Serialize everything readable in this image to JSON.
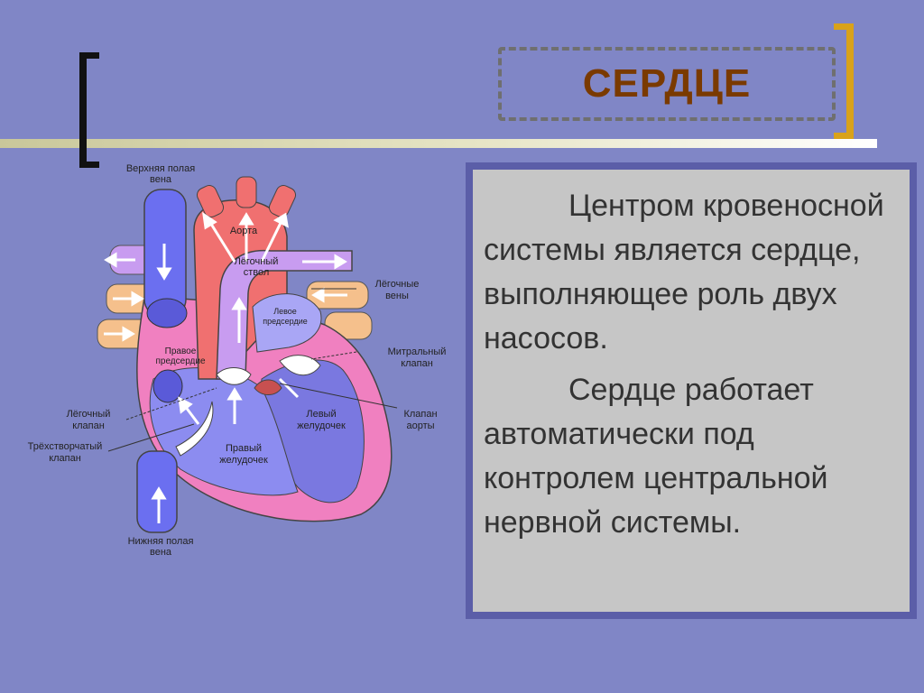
{
  "title": "СЕРДЦЕ",
  "paragraphs": [
    "Центром кровеносной системы является сердце, выполняющее роль двух насосов.",
    "Сердце работает автоматически под контролем центральной нервной системы."
  ],
  "diagram_labels": {
    "superior_vena_cava_1": "Верхняя полая",
    "superior_vena_cava_2": "вена",
    "aorta": "Аорта",
    "pulmonary_trunk_1": "Лёгочный",
    "pulmonary_trunk_2": "ствол",
    "pulmonary_veins_1": "Лёгочные",
    "pulmonary_veins_2": "вены",
    "left_atrium_1": "Левое",
    "left_atrium_2": "предсердие",
    "right_atrium_1": "Правое",
    "right_atrium_2": "предсердие",
    "mitral_valve_1": "Митральный",
    "mitral_valve_2": "клапан",
    "pulmonary_valve_1": "Лёгочный",
    "pulmonary_valve_2": "клапан",
    "left_ventricle_1": "Левый",
    "left_ventricle_2": "желудочек",
    "aortic_valve_1": "Клапан",
    "aortic_valve_2": "аорты",
    "tricuspid_valve_1": "Трёхстворчатый",
    "tricuspid_valve_2": "клапан",
    "right_ventricle_1": "Правый",
    "right_ventricle_2": "желудочек",
    "inferior_vena_cava_1": "Нижняя полая",
    "inferior_vena_cava_2": "вена"
  },
  "colors": {
    "background": "#8086c6",
    "title_text": "#7a3a00",
    "left_bracket": "#111111",
    "right_bracket": "#d9a21a",
    "panel_background": "#c6c6c6",
    "panel_border": "#5b5ea8",
    "paragraph_text": "#333333",
    "vena_cava": "#6b6ff0",
    "aorta": "#f07070",
    "pulmonary_trunk": "#c89cf0",
    "pulmonary_veins": "#f5c08c",
    "heart_wall": "#f080c0",
    "right_ventricle": "#8c8cf0"
  }
}
